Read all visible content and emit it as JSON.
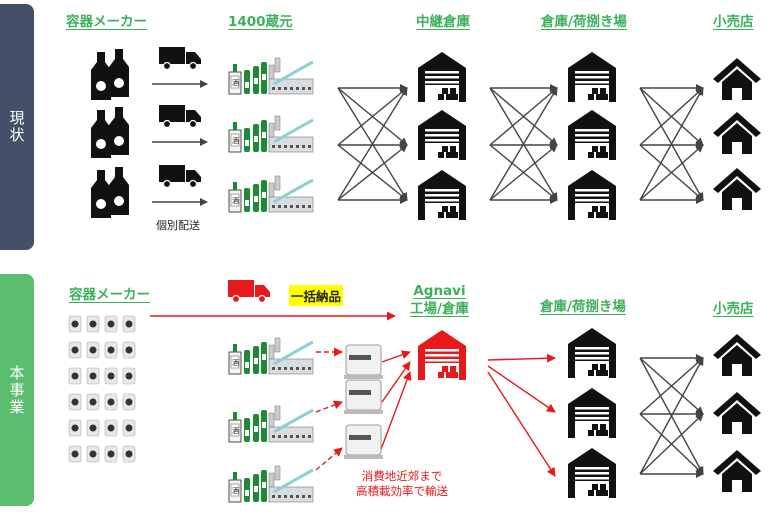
{
  "sections": {
    "current": {
      "label": "現状",
      "color": "#445068"
    },
    "proposed": {
      "label": "本事業",
      "color": "#5bbd6e"
    }
  },
  "top": {
    "headers": {
      "container_maker": "容器メーカー",
      "breweries": "1400蔵元",
      "relay_warehouse": "中継倉庫",
      "warehouse_handling": "倉庫/荷捌き場",
      "retail": "小売店"
    },
    "individual_delivery": "個別配送"
  },
  "bottom": {
    "headers": {
      "container_maker": "容器メーカー",
      "agnavi_line1": "Agnavi",
      "agnavi_line2": "工場/倉庫",
      "warehouse_handling": "倉庫/荷捌き場",
      "retail": "小売店"
    },
    "bulk_delivery": "一括納品",
    "transport_note_line1": "消費地近郊まで",
    "transport_note_line2": "高積載効率で輸送"
  },
  "colors": {
    "green": "#3cb05a",
    "red": "#e8191a",
    "yellow": "#ffff00",
    "black": "#111111",
    "arrow_gray": "#444444"
  }
}
